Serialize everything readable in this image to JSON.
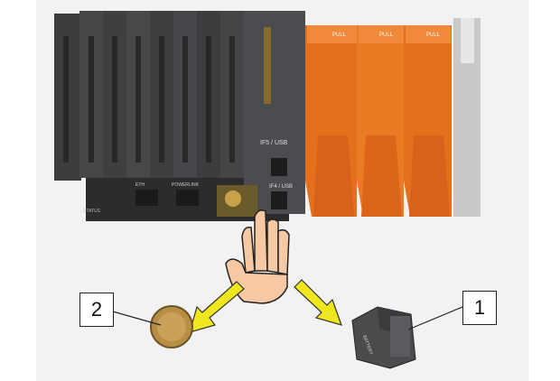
{
  "callouts": [
    {
      "id": "1",
      "label": "1"
    },
    {
      "id": "2",
      "label": "2"
    }
  ],
  "module_labels": {
    "interface": "IF5 / USB",
    "interface2": "IF4 / USB",
    "powerlink": "POWERLINK",
    "eth": "ETH",
    "pull": "PULL",
    "battery": "BATTERY",
    "status": "STATUS"
  },
  "colors": {
    "orange": "#e8731f",
    "dark_module": "#3b3d3f",
    "arrow": "#f0e61e",
    "hand": "#f6c9a4"
  },
  "icons": [
    "hand-pointer-icon",
    "arrow-to-battery-icon",
    "arrow-to-cover-icon"
  ]
}
